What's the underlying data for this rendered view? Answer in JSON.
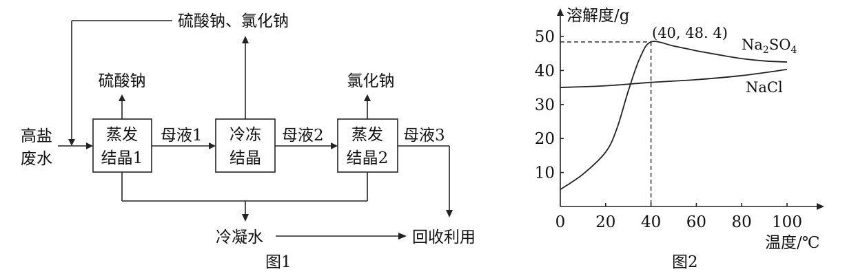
{
  "fig1": {
    "caption": "图1",
    "input_line1": "高盐",
    "input_line2": "废水",
    "box1_line1": "蒸发",
    "box1_line2": "结晶1",
    "box2_line1": "冷冻",
    "box2_line2": "结晶",
    "box3_line1": "蒸发",
    "box3_line2": "结晶2",
    "out_top": "硫酸钠、氯化钠",
    "out_box1": "硫酸钠",
    "out_box3": "氯化钠",
    "mother1": "母液1",
    "mother2": "母液2",
    "mother3": "母液3",
    "condensate": "冷凝水",
    "recycle": "回收利用"
  },
  "fig2": {
    "caption": "图2"
  },
  "chart_data": {
    "type": "line",
    "ylabel": "溶解度/g",
    "xlabel": "温度/℃",
    "xlim": [
      0,
      100
    ],
    "ylim": [
      0,
      55
    ],
    "x_ticks": [
      "0",
      "20",
      "40",
      "60",
      "80",
      "100"
    ],
    "y_ticks": [
      "10",
      "20",
      "30",
      "40",
      "50"
    ],
    "annotation": "(40, 48. 4)",
    "annotation_point": {
      "x": 40,
      "y": 48.4
    },
    "series": [
      {
        "name": "Na2SO4",
        "label_main": "Na",
        "label_sub1": "2",
        "label_mid": "SO",
        "label_sub2": "4",
        "x": [
          0,
          10,
          20,
          25,
          30,
          35,
          40,
          50,
          60,
          70,
          80,
          90,
          100
        ],
        "y": [
          5,
          9.5,
          16,
          23,
          34,
          43.5,
          48.4,
          47.2,
          45.8,
          44.6,
          43.5,
          42.8,
          42.5
        ]
      },
      {
        "name": "NaCl",
        "label": "NaCl",
        "x": [
          0,
          20,
          40,
          60,
          80,
          100
        ],
        "y": [
          35,
          35.5,
          36.5,
          37.3,
          38.5,
          40.3
        ]
      }
    ]
  }
}
